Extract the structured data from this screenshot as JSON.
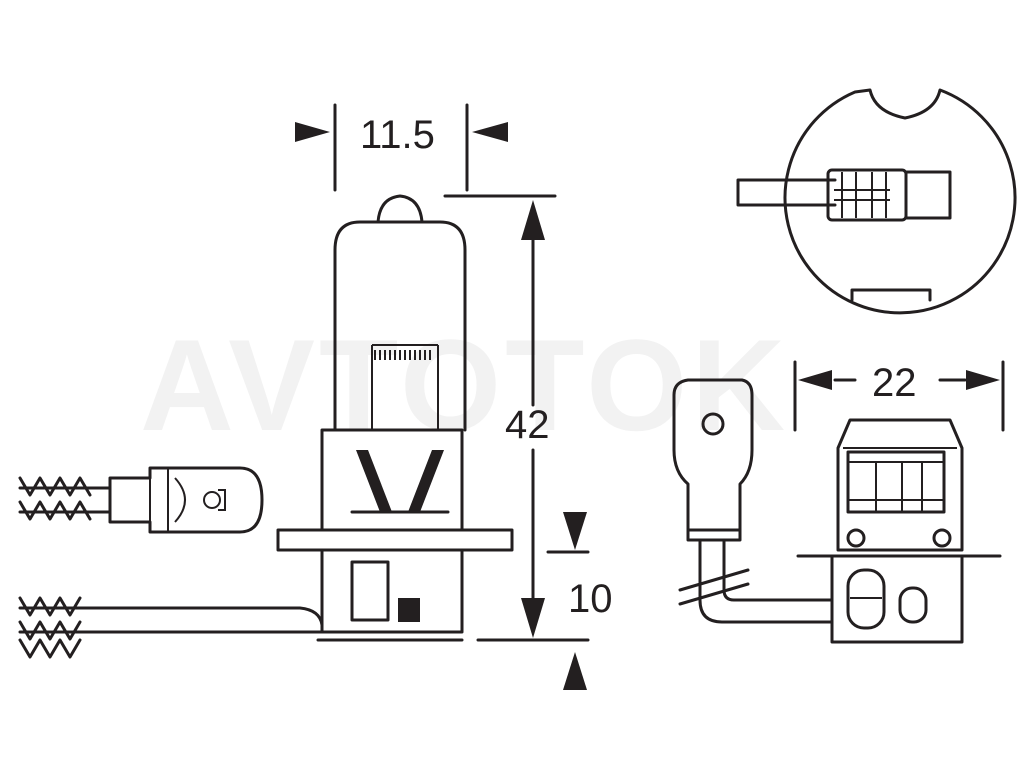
{
  "watermark": {
    "text": "AVTOTOK"
  },
  "dimensions": {
    "width_bulb": "11.5",
    "height_total": "42",
    "base_height": "10",
    "width_base": "22"
  },
  "colors": {
    "line": "#231f20",
    "background": "#ffffff",
    "watermark": "#f2f2f2"
  }
}
